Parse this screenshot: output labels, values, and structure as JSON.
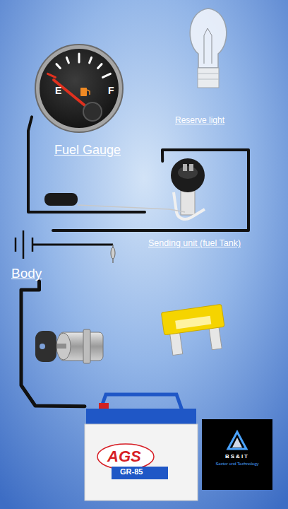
{
  "diagram": {
    "nodes": [
      {
        "text": [
          "Fuel Gauge"
        ]
      },
      {
        "text": [
          "Reserve light"
        ]
      },
      {
        "text": [
          "Sending unit (fuel Tank)"
        ]
      },
      {
        "text": [
          "Body"
        ]
      },
      {
        "text": [
          "AGS",
          "GR-85"
        ]
      },
      {
        "text": [
          "BS&IT",
          "Sector und Technology"
        ]
      }
    ],
    "edges": [
      {
        "from": 0,
        "to": 2,
        "arrow": "none"
      },
      {
        "from": 2,
        "to": 3,
        "arrow": "none"
      },
      {
        "from": 3,
        "to": 4,
        "arrow": "none"
      }
    ],
    "labels": [
      "E",
      "F"
    ]
  }
}
